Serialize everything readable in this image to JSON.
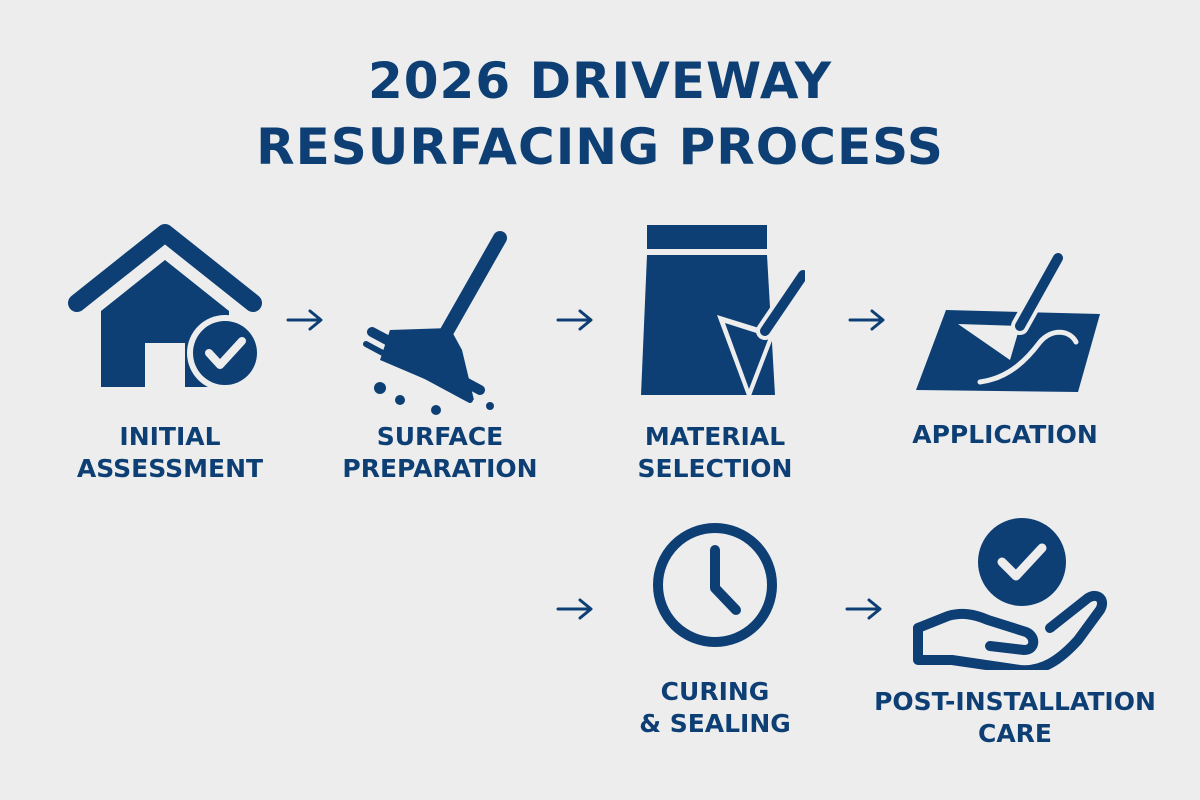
{
  "title": {
    "line1": "2026 DRIVEWAY",
    "line2": "RESURFACING PROCESS"
  },
  "colors": {
    "accent": "#0d3f75",
    "background": "#ededed"
  },
  "steps": [
    {
      "icon": "house-check-icon",
      "line1": "INITIAL",
      "line2": "ASSESSMENT"
    },
    {
      "icon": "broom-icon",
      "line1": "SURFACE",
      "line2": "PREPARATION"
    },
    {
      "icon": "material-bag-trowel-icon",
      "line1": "MATERIAL",
      "line2": "SELECTION"
    },
    {
      "icon": "trowel-spreading-icon",
      "line1": "APPLICATION",
      "line2": ""
    },
    {
      "icon": "clock-icon",
      "line1": "CURING",
      "line2": "& SEALING"
    },
    {
      "icon": "hand-check-icon",
      "line1": "POST-INSTALLATION",
      "line2": "CARE"
    }
  ]
}
